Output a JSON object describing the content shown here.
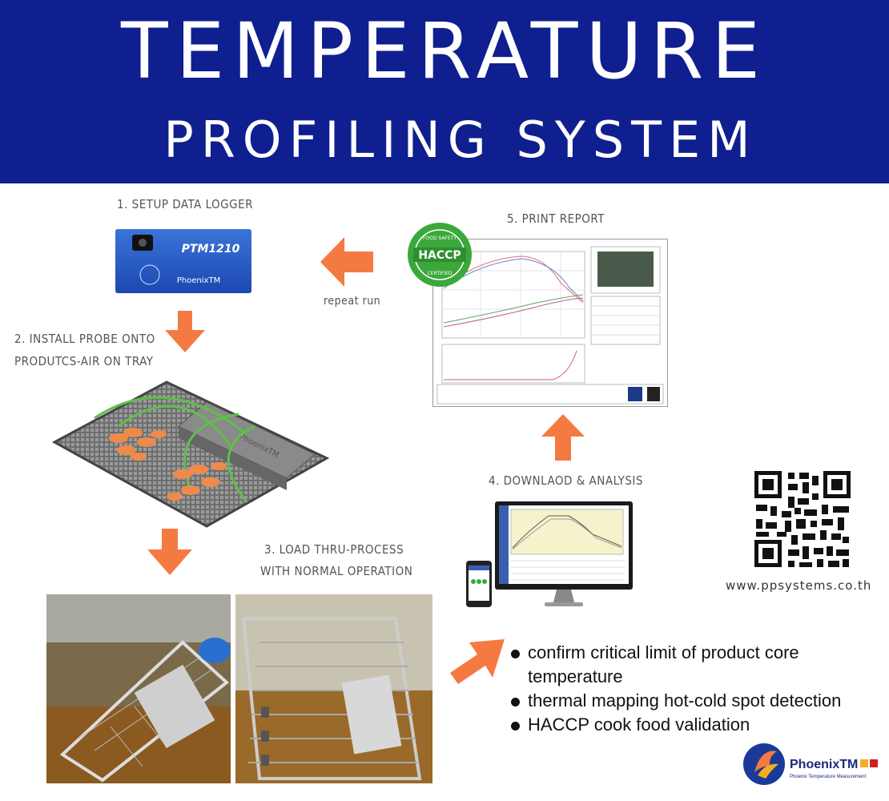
{
  "header": {
    "title_line1": "TEMPERATURE",
    "title_line2": "PROFILING SYSTEM",
    "background": "#0f1f8f"
  },
  "steps": {
    "step1": "1. SETUP DATA LOGGER",
    "step2_line1": "2. INSTALL PROBE ONTO",
    "step2_line2": "PRODUTCS-AIR ON TRAY",
    "step3_line1": "3. LOAD THRU-PROCESS",
    "step3_line2": "WITH NORMAL OPERATION",
    "step4": "4. DOWNLAOD & ANALYSIS",
    "step5": "5. PRINT REPORT"
  },
  "repeat_label": "repeat run",
  "logger": {
    "model": "PTM1210",
    "brand": "PhoenixTM"
  },
  "tray": {
    "logger_brand": "PhoenixTM"
  },
  "haccp_badge": {
    "main": "HACCP",
    "top": "FOOD SAFETY",
    "bottom": "CERTIFIED"
  },
  "bullets": [
    "confirm critical limit of product core",
    "temperature",
    "thermal mapping hot-cold spot detection",
    "HACCP cook food validation"
  ],
  "qr": {
    "url": "www.ppsystems.co.th"
  },
  "company_logo": {
    "name": "PhoenixTM",
    "tagline": "Phoenix Temperature Measurement"
  },
  "colors": {
    "arrow": "#f47a42",
    "accent_blue": "#1a4fc0",
    "haccp_green": "#3aa83a"
  },
  "icons": [
    "arrow-left-icon",
    "arrow-down-icon",
    "arrow-up-icon",
    "arrow-up-right-icon",
    "qr-code-icon",
    "phoenix-logo-icon"
  ]
}
